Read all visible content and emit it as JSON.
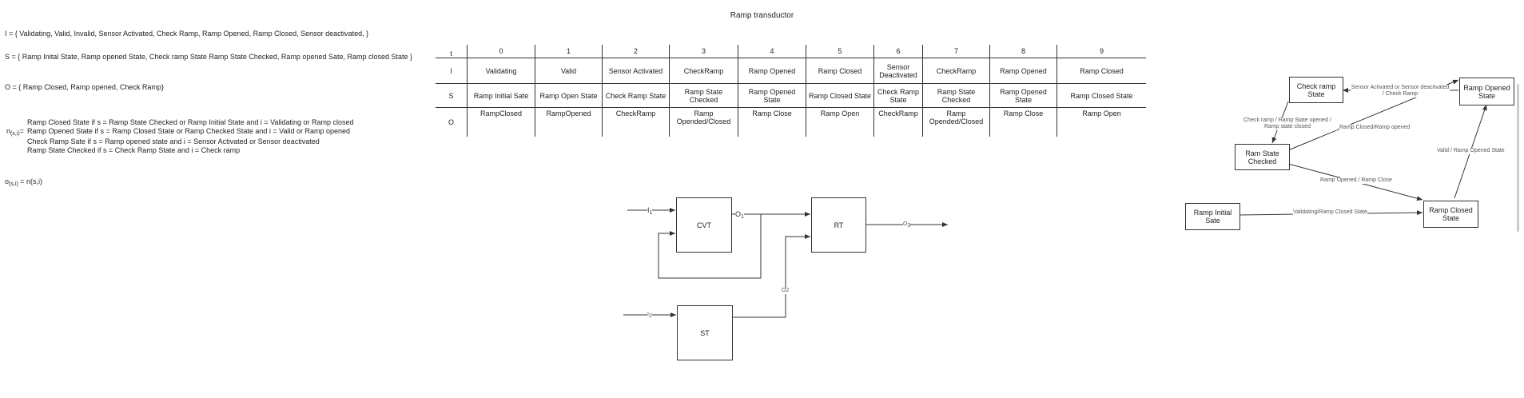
{
  "title": "Ramp transductor",
  "definitions": {
    "I": "I = { Validating, Valid, Invalid, Sensor Activated, Check Ramp, Ramp Opened, Ramp Closed, Sensor deactivated, }",
    "S": "S = { Ramp Inital State, Ramp opened State, Check ramp State Ramp State Checked, Ramp opened Sate, Ramp closed State }",
    "O": "O = { Ramp Closed, Ramp opened, Check Ramp}"
  },
  "transition": {
    "prefix": "n",
    "sub": "(s,i)",
    "eq": "=",
    "lines": [
      "Ramp Closed State if s = Ramp State Checked or Ramp Initial State and i = Validating or Ramp closed",
      "Ramp Opened State if s = Ramp Closed State or Ramp Checked State and i = Valid or Ramp opened",
      "Check Ramp Sate if s = Ramp opened state and i = Sensor Activated or Sensor deactivated",
      "Ramp State Checked  if s = Check Ramp State and i = Check ramp"
    ]
  },
  "output_fn": {
    "prefix": "o",
    "sub": "(s,i)",
    "rest": " = n(s,i)"
  },
  "table": {
    "row_headers": [
      "t",
      "I",
      "S",
      "O"
    ],
    "t": [
      "0",
      "1",
      "2",
      "3",
      "4",
      "5",
      "6",
      "7",
      "8",
      "9"
    ],
    "I": [
      "Validating",
      "Valid",
      "Sensor Activated",
      "CheckRamp",
      "Ramp Opened",
      "Ramp Closed",
      "Sensor Deactivated",
      "CheckRamp",
      "Ramp Opened",
      "Ramp Closed"
    ],
    "S": [
      "Ramp Initial Sate",
      "Ramp Open State",
      "Check Ramp State",
      "Ramp State Checked",
      "Ramp Opened State",
      "Ramp Closed State",
      "Check Ramp State",
      "Ramp State Checked",
      "Ramp Opened State",
      "Ramp Closed State"
    ],
    "O": [
      "RampClosed",
      "RampOpened",
      "CheckRamp",
      "Ramp Opended/Closed",
      "Ramp Close",
      "Ramp Open",
      "CheckRamp",
      "Ramp Opended/Closed",
      "Ramp Close",
      "Ramp Open"
    ]
  },
  "block_diagram": {
    "cvt": "CVT",
    "rt": "RT",
    "st": "ST",
    "i1": "I",
    "i1_sub": "1",
    "i2": "I",
    "i2_sub": "2",
    "o1": "O",
    "o1_sub": "1",
    "o2": "O2",
    "o3": "O",
    "o3_sub": "3"
  },
  "state_machine": {
    "states": {
      "check_ramp": "Check ramp State",
      "opened": "Ramp Opened State",
      "checked": "Ram State Checked",
      "initial": "Ramp Initial Sate",
      "closed": "Ramp Closed State"
    },
    "edges": {
      "opened_to_check": "Sensor Activated or Sensor deactivated / Check Ramp",
      "check_to_checked": "Check ramp / Ramp State opened / Ramp state closed",
      "checked_to_opened": "Ramp Closed/Ramp opened",
      "checked_to_closed": "Ramp Opened / Ramp Close",
      "closed_to_opened": "Valid / Ramp Opened State",
      "initial_to_closed": "Validating/Ramp Closed State"
    }
  },
  "colors": {
    "line": "#333333",
    "background": "#ffffff"
  }
}
